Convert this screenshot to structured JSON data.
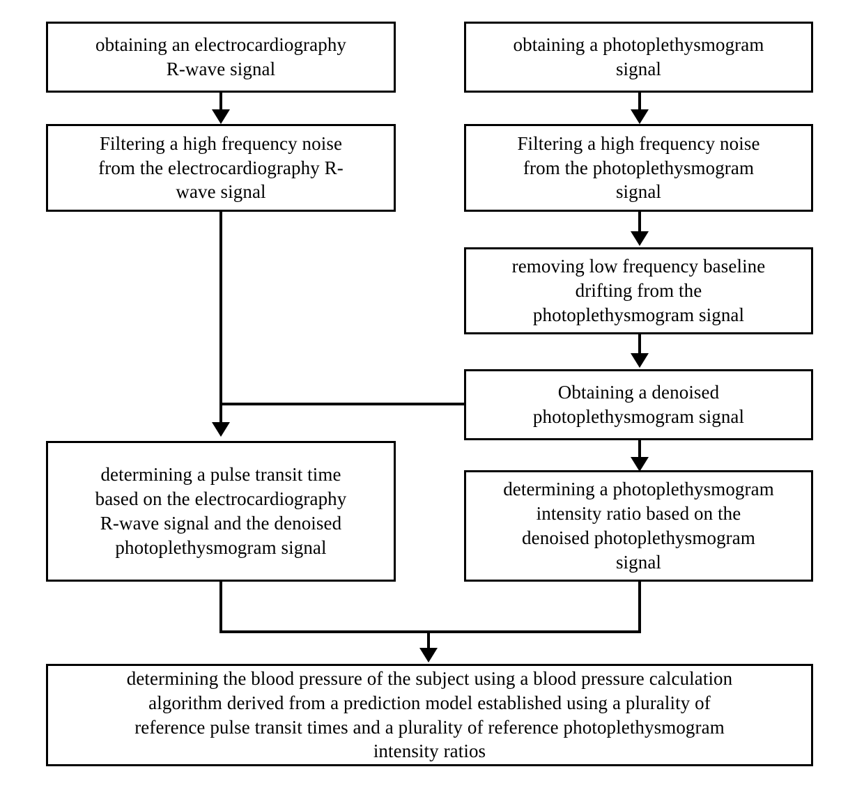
{
  "diagram": {
    "title": "Blood pressure determination flowchart",
    "type": "flowchart",
    "background_color": "#ffffff",
    "line_color": "#000000",
    "text_color": "#000000",
    "nodes": [
      {
        "id": "ecg-acquire",
        "text": "obtaining an electrocardiography\nR-wave signal"
      },
      {
        "id": "ppg-acquire",
        "text": "obtaining a photoplethysmogram\nsignal"
      },
      {
        "id": "ecg-filter",
        "text": "Filtering a high frequency noise\nfrom the electrocardiography R-\nwave signal"
      },
      {
        "id": "ppg-filter",
        "text": "Filtering a high frequency noise\nfrom the photoplethysmogram\nsignal"
      },
      {
        "id": "ppg-baseline",
        "text": "removing low frequency baseline\ndrifting from the\nphotoplethysmogram signal"
      },
      {
        "id": "ppg-denoised",
        "text": "Obtaining a denoised\nphotoplethysmogram signal"
      },
      {
        "id": "pulse-transit-time",
        "text": "determining a pulse transit time\nbased on the electrocardiography\nR-wave signal and the denoised\nphotoplethysmogram signal"
      },
      {
        "id": "ppg-intensity-ratio",
        "text": "determining a photoplethysmogram\nintensity ratio based on the\ndenoised photoplethysmogram\nsignal"
      },
      {
        "id": "blood-pressure-result",
        "text": "determining the blood pressure of the subject using a blood pressure calculation\nalgorithm derived from a prediction model established using a plurality of\nreference pulse transit times and a plurality of reference photoplethysmogram\nintensity ratios"
      }
    ],
    "edges": [
      {
        "id": "e1",
        "from": "ecg-acquire",
        "to": "ecg-filter"
      },
      {
        "id": "e2",
        "from": "ppg-acquire",
        "to": "ppg-filter"
      },
      {
        "id": "e3",
        "from": "ppg-filter",
        "to": "ppg-baseline"
      },
      {
        "id": "e4",
        "from": "ppg-baseline",
        "to": "ppg-denoised"
      },
      {
        "id": "e5",
        "from": "ecg-filter",
        "to": "pulse-transit-time"
      },
      {
        "id": "e6",
        "from": "ppg-denoised",
        "to": "pulse-transit-time"
      },
      {
        "id": "e7",
        "from": "ppg-denoised",
        "to": "ppg-intensity-ratio"
      },
      {
        "id": "e8",
        "from": "pulse-transit-time",
        "to": "blood-pressure-result"
      },
      {
        "id": "e9",
        "from": "ppg-intensity-ratio",
        "to": "blood-pressure-result"
      }
    ]
  }
}
